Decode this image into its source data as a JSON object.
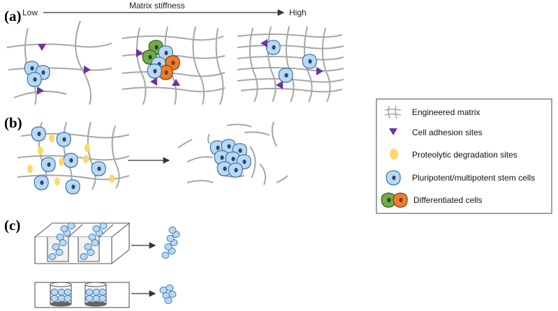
{
  "panels": {
    "a": "(a)",
    "b": "(b)",
    "c": "(c)"
  },
  "stiffness_axis": {
    "low": "Low",
    "title": "Matrix stiffness",
    "high": "High"
  },
  "legend": {
    "items": [
      {
        "label": "Engineered matrix",
        "icon": "matrix-fiber-icon"
      },
      {
        "label": "Cell adhesion sites",
        "icon": "purple-triangle-icon"
      },
      {
        "label": "Proteolytic degradation sites",
        "icon": "yellow-ellipse-icon"
      },
      {
        "label": "Pluripotent/multipotent stem cells",
        "icon": "blue-cell-icon"
      },
      {
        "label": "Differentiated cells",
        "icon": "green-orange-cell-icon"
      }
    ]
  },
  "colors": {
    "fiber": "#a6a6a6",
    "adhesion": "#7030a0",
    "degradation": "#ffd966",
    "stem_cell_fill": "#bdd7ee",
    "stem_cell_stroke": "#2e75b6",
    "nucleus": "#1f4e79",
    "diff_green": "#70ad47",
    "diff_green_dark": "#375623",
    "diff_orange": "#ed7d31",
    "diff_orange_dark": "#843c0c"
  }
}
